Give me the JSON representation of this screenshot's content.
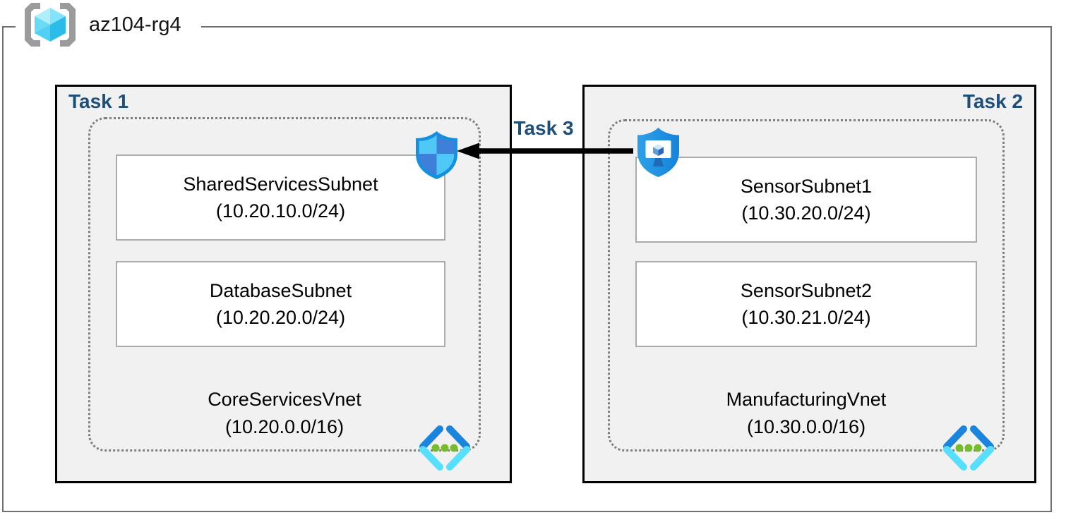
{
  "diagram": {
    "resource_group": "az104-rg4",
    "task1": {
      "label": "Task 1",
      "vnet_name": "CoreServicesVnet",
      "vnet_cidr": "(10.20.0.0/16)",
      "subnet1_name": "SharedServicesSubnet",
      "subnet1_cidr": "(10.20.10.0/24)",
      "subnet2_name": "DatabaseSubnet",
      "subnet2_cidr": "(10.20.20.0/24)"
    },
    "task2": {
      "label": "Task 2",
      "vnet_name": "ManufacturingVnet",
      "vnet_cidr": "(10.30.0.0/16)",
      "subnet1_name": "SensorSubnet1",
      "subnet1_cidr": "(10.30.20.0/24)",
      "subnet2_name": "SensorSubnet2",
      "subnet2_cidr": "(10.30.21.0/24)"
    },
    "task3": {
      "label": "Task 3"
    }
  },
  "icons": {
    "resource_group": "azure-resource-group-icon",
    "network_security_shield": "network-security-group-shield-icon",
    "device_security_shield": "defender-monitor-shield-icon",
    "virtual_network": "virtual-network-icon"
  },
  "colors": {
    "task_label": "#1F4E79",
    "task_box_fill": "#F1F1F1",
    "task_box_border": "#000000",
    "dotted_border": "#7E7E7E",
    "subnet_border": "#ABABAB",
    "frame_border": "#6F6F6F",
    "arrow": "#000000",
    "azure_blue": "#1B84DC",
    "azure_cyan": "#56DFFE",
    "azure_green": "#76BC2D"
  }
}
